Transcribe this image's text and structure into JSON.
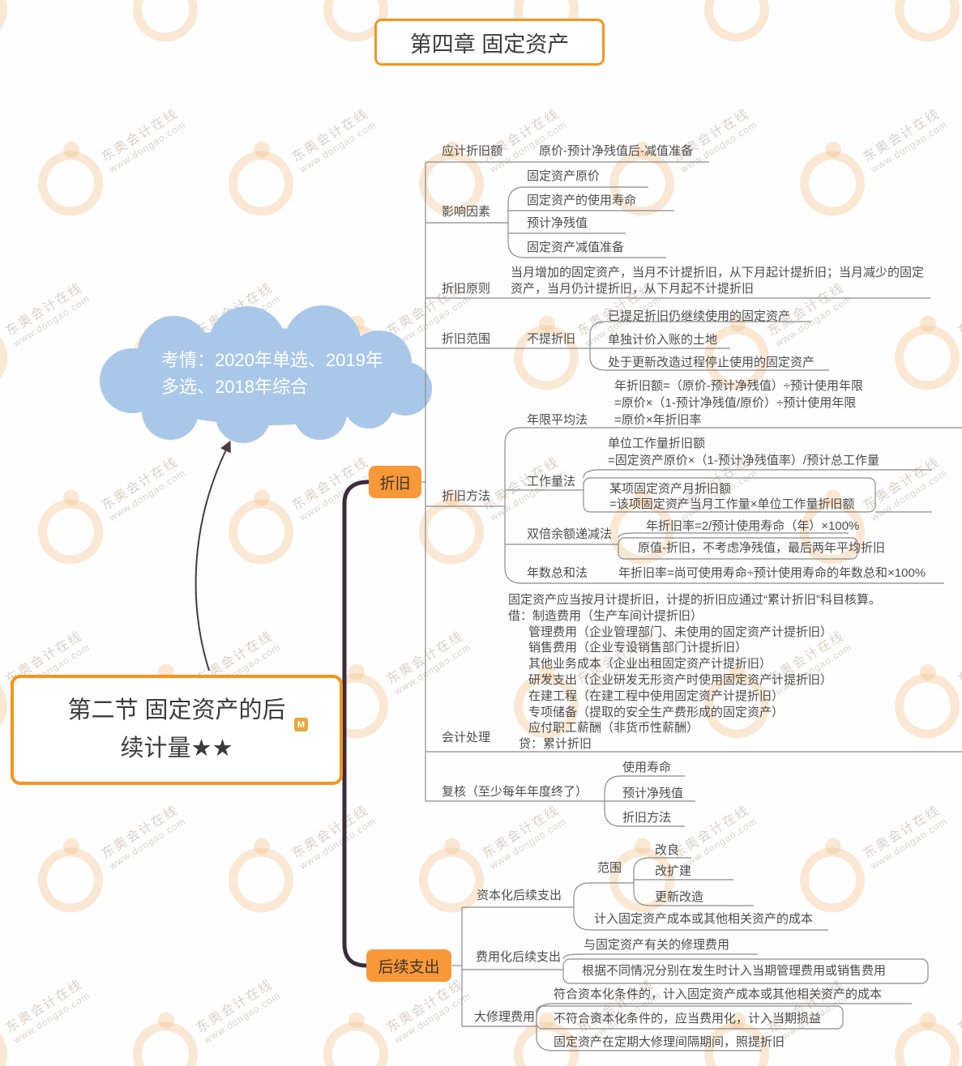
{
  "title": "第四章 固定资产",
  "watermark": {
    "brand": "东奥会计在线",
    "url": "www.dongao.com"
  },
  "cloud": {
    "line1": "考情：2020年单选、2019年",
    "line2": "多选、2018年综合"
  },
  "root": {
    "line1": "第二节 固定资产的后",
    "line2": "续计量★★",
    "badge": "M"
  },
  "colors": {
    "accent": "#f7941d",
    "node_fill": "#f89838",
    "cloud_fill": "#a9c7e9",
    "trunk": "#3a2c3c",
    "line": "#8c8c8c"
  },
  "dep": {
    "node_label": "折旧",
    "accrual": {
      "label": "应计折旧额",
      "value": "原价-预计净残值后-减值准备"
    },
    "factors": {
      "label": "影响因素",
      "items": [
        "固定资产原价",
        "固定资产的使用寿命",
        "预计净残值",
        "固定资产减值准备"
      ]
    },
    "principle": {
      "label": "折旧原则",
      "value": "当月增加的固定资产，当月不计提折旧，从下月起计提折旧；当月减少的固定资产，当月仍计提折旧，从下月起不计提折旧"
    },
    "scope": {
      "label": "折旧范围",
      "no_dep": "不提折旧",
      "items": [
        "已提足折旧仍继续使用的固定资产",
        "单独计价入账的土地",
        "处于更新改造过程停止使用的固定资产"
      ]
    },
    "methods": {
      "label": "折旧方法",
      "straight": {
        "label": "年限平均法",
        "lines": [
          "年折旧额=（原价-预计净残值）÷预计使用年限",
          "=原价×（1-预计净残值/原价）÷预计使用年限",
          "=原价×年折旧率"
        ]
      },
      "units": {
        "label": "工作量法",
        "g1": [
          "单位工作量折旧额",
          "=固定资产原价×（1-预计净残值率）/预计总工作量"
        ],
        "g2": [
          "某项固定资产月折旧额",
          "=该项固定资产当月工作量×单位工作量折旧额"
        ]
      },
      "ddb": {
        "label": "双倍余额递减法",
        "line1": "年折旧率=2/预计使用寿命（年）×100%",
        "boxed": "原值-折旧，不考虑净残值，最后两年平均折旧"
      },
      "syd": {
        "label": "年数总和法",
        "value": "年折旧率=尚可使用寿命÷预计使用寿命的年数总和×100%"
      }
    },
    "accounting": {
      "label": "会计处理",
      "lines": [
        "固定资产应当按月计提折旧，计提的折旧应通过“累计折旧”科目核算。",
        "借：制造费用（生产车间计提折旧）",
        "管理费用（企业管理部门、未使用的固定资产计提折旧）",
        "销售费用（企业专设销售部门计提折旧）",
        "其他业务成本（企业出租固定资产计提折旧）",
        "研发支出（企业研发无形资产时使用固定资产计提折旧）",
        "在建工程（在建工程中使用固定资产计提折旧）",
        "专项储备（提取的安全生产费形成的固定资产）",
        "应付职工薪酬（非货币性薪酬）",
        "贷：累计折旧"
      ]
    },
    "review": {
      "label": "复核（至少每年年度终了）",
      "items": [
        "使用寿命",
        "预计净残值",
        "折旧方法"
      ]
    }
  },
  "sub": {
    "node_label": "后续支出",
    "capitalized": {
      "label": "资本化后续支出",
      "scope_label": "范围",
      "scope_items": [
        "改良",
        "改扩建",
        "更新改造"
      ],
      "note": "计入固定资产成本或其他相关资产的成本"
    },
    "expensed": {
      "label": "费用化后续支出",
      "line1": "与固定资产有关的修理费用",
      "boxed": "根据不同情况分别在发生时计入当期管理费用或销售费用"
    },
    "overhaul": {
      "label": "大修理费用",
      "line1": "符合资本化条件的，计入固定资产成本或其他相关资产的成本",
      "boxed": "不符合资本化条件的，应当费用化，计入当期损益",
      "line3": "固定资产在定期大修理间隔期间，照提折旧"
    }
  }
}
